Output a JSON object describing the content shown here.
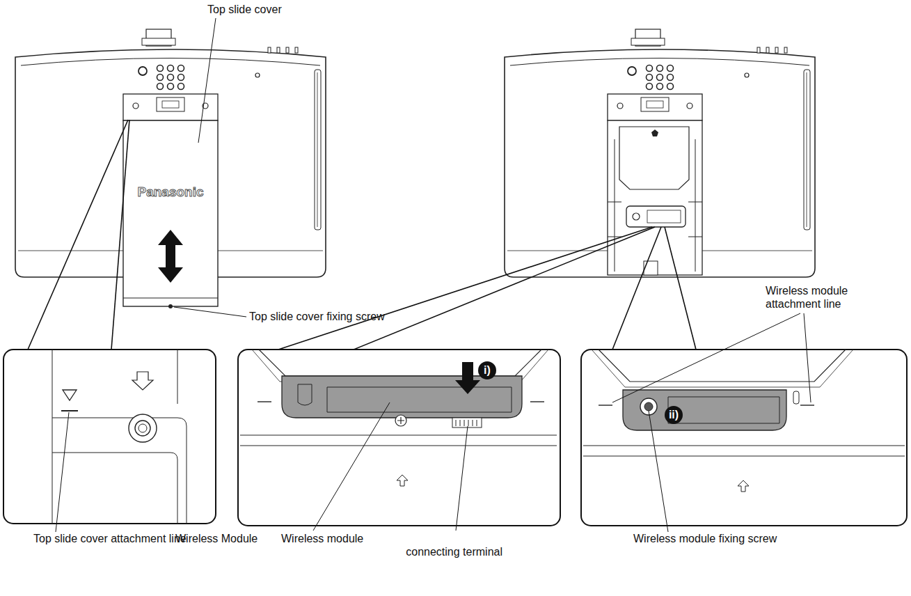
{
  "diagram": {
    "labels": [
      "Top slide cover",
      "Panasonic",
      "Top slide cover fixing screw",
      "Wireless module attachment line",
      "Top slide cover attachment line",
      "Wireless Module",
      "Wireless module connecting terminal",
      "Wireless module fixing screw",
      "i)",
      "ii)"
    ]
  }
}
